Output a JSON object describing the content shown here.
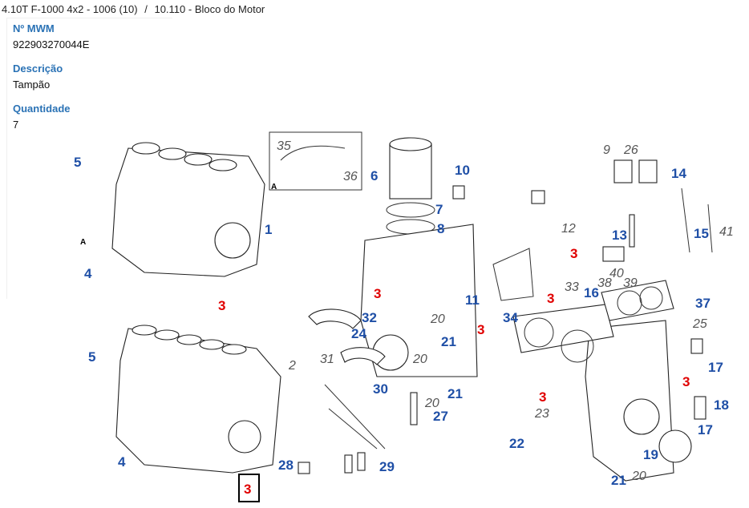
{
  "breadcrumb": {
    "model": "4.10T F-1000 4x2 - 1006 (10)",
    "separator": "/",
    "section": "10.110 - Bloco do Motor"
  },
  "details": {
    "mwm_label": "Nº MWM",
    "mwm_value": "922903270044E",
    "desc_label": "Descrição",
    "desc_value": "Tampão",
    "qty_label": "Quantidade",
    "qty_value": "7"
  },
  "colors": {
    "label": "#2a72b5",
    "callout_blue": "#1f4fa6",
    "callout_red": "#e00000",
    "callout_gray": "#555555"
  },
  "diagram": {
    "selected_callout": "3",
    "callouts": [
      {
        "text": "5",
        "kind": "blue"
      },
      {
        "text": "1",
        "kind": "blue"
      },
      {
        "text": "4",
        "kind": "blue"
      },
      {
        "text": "3",
        "kind": "red"
      },
      {
        "text": "A",
        "kind": "black"
      },
      {
        "text": "5",
        "kind": "blue"
      },
      {
        "text": "2",
        "kind": "gray"
      },
      {
        "text": "4",
        "kind": "blue"
      },
      {
        "text": "3",
        "kind": "red"
      },
      {
        "text": "35",
        "kind": "gray"
      },
      {
        "text": "36",
        "kind": "gray"
      },
      {
        "text": "A",
        "kind": "black"
      },
      {
        "text": "6",
        "kind": "blue"
      },
      {
        "text": "10",
        "kind": "blue"
      },
      {
        "text": "7",
        "kind": "blue"
      },
      {
        "text": "8",
        "kind": "blue"
      },
      {
        "text": "12",
        "kind": "gray"
      },
      {
        "text": "3",
        "kind": "red"
      },
      {
        "text": "3",
        "kind": "red"
      },
      {
        "text": "33",
        "kind": "gray"
      },
      {
        "text": "13",
        "kind": "blue"
      },
      {
        "text": "9",
        "kind": "gray"
      },
      {
        "text": "26",
        "kind": "gray"
      },
      {
        "text": "14",
        "kind": "blue"
      },
      {
        "text": "15",
        "kind": "blue"
      },
      {
        "text": "41",
        "kind": "gray"
      },
      {
        "text": "38",
        "kind": "gray"
      },
      {
        "text": "40",
        "kind": "gray"
      },
      {
        "text": "39",
        "kind": "gray"
      },
      {
        "text": "16",
        "kind": "blue"
      },
      {
        "text": "37",
        "kind": "blue"
      },
      {
        "text": "25",
        "kind": "gray"
      },
      {
        "text": "3",
        "kind": "red"
      },
      {
        "text": "11",
        "kind": "blue"
      },
      {
        "text": "32",
        "kind": "blue"
      },
      {
        "text": "20",
        "kind": "gray"
      },
      {
        "text": "3",
        "kind": "red"
      },
      {
        "text": "24",
        "kind": "blue"
      },
      {
        "text": "21",
        "kind": "blue"
      },
      {
        "text": "31",
        "kind": "gray"
      },
      {
        "text": "20",
        "kind": "gray"
      },
      {
        "text": "30",
        "kind": "blue"
      },
      {
        "text": "21",
        "kind": "blue"
      },
      {
        "text": "20",
        "kind": "gray"
      },
      {
        "text": "27",
        "kind": "blue"
      },
      {
        "text": "28",
        "kind": "blue"
      },
      {
        "text": "29",
        "kind": "blue"
      },
      {
        "text": "34",
        "kind": "blue"
      },
      {
        "text": "17",
        "kind": "blue"
      },
      {
        "text": "3",
        "kind": "red"
      },
      {
        "text": "3",
        "kind": "red"
      },
      {
        "text": "23",
        "kind": "gray"
      },
      {
        "text": "18",
        "kind": "blue"
      },
      {
        "text": "17",
        "kind": "blue"
      },
      {
        "text": "22",
        "kind": "blue"
      },
      {
        "text": "19",
        "kind": "blue"
      },
      {
        "text": "21",
        "kind": "blue"
      },
      {
        "text": "20",
        "kind": "gray"
      }
    ]
  }
}
